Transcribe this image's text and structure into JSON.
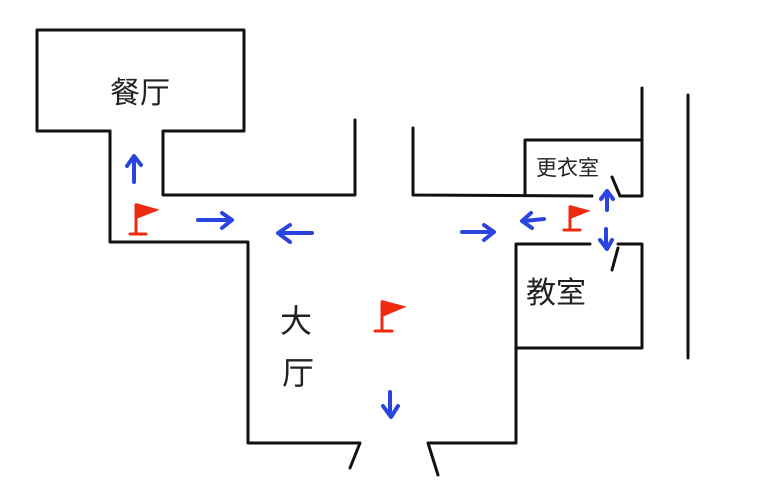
{
  "labels": {
    "dining_hall": "餐厅",
    "locker_room": "更衣室",
    "classroom": "教室",
    "hall_line1": "大",
    "hall_line2": "厅"
  },
  "colors": {
    "wall": "#111111",
    "arrow": "#2a44e0",
    "flag": "#ee2a10"
  },
  "icons": [
    "flag-icon",
    "arrow-icon"
  ]
}
